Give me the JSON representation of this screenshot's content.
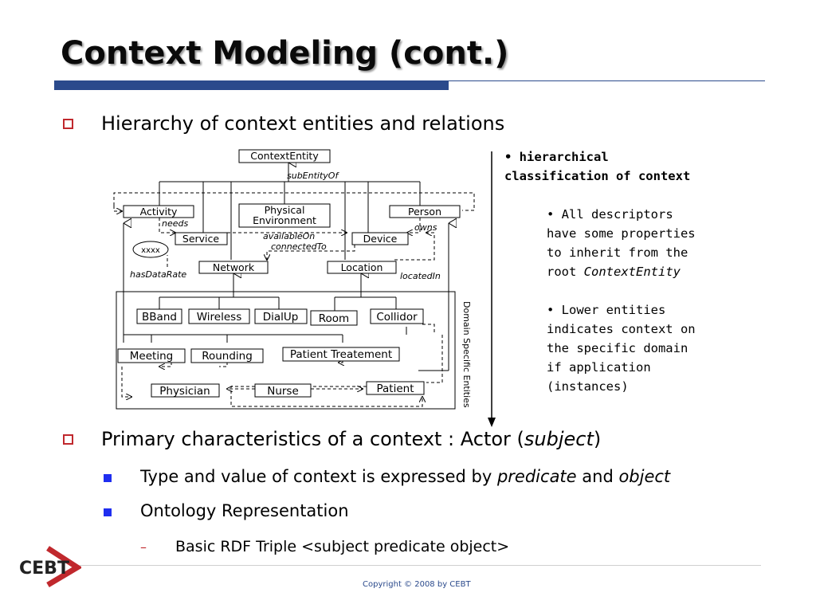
{
  "slide": {
    "title": "Context Modeling (cont.)",
    "bullet1": "Hierarchy of context entities and relations",
    "bullet2_prefix": "Primary characteristics of a context : Actor (",
    "bullet2_italic": "subject",
    "bullet2_suffix": ")",
    "sub1_prefix": "Type and value of context is expressed by ",
    "sub1_predicate": "predicate",
    "sub1_and": " and ",
    "sub1_object": "object",
    "sub2": "Ontology Representation",
    "subsub1": "Basic RDF Triple <subject predicate object>",
    "copyright": "Copyright © 2008 by CEBT",
    "logo_text": "CEBT"
  },
  "side_notes": {
    "heading_line1": "hierarchical",
    "heading_line2": "classification of context",
    "note1_line1": "All descriptors",
    "note1_line2": "have some properties",
    "note1_line3": "to inherit from the",
    "note1_line4_prefix": "root ",
    "note1_line4_italic": "ContextEntity",
    "note2_line1": "Lower entities",
    "note2_line2": "indicates context on",
    "note2_line3": "the specific domain",
    "note2_line4": "if application",
    "note2_line5": "(instances)"
  },
  "diagram": {
    "nodes": {
      "context_entity": "ContextEntity",
      "activity": "Activity",
      "physical_env_1": "Physical",
      "physical_env_2": "Environment",
      "person": "Person",
      "service": "Service",
      "device": "Device",
      "xxxx": "xxxx",
      "network": "Network",
      "location": "Location",
      "bband": "BBand",
      "wireless": "Wireless",
      "dialup": "DialUp",
      "room": "Room",
      "collidor": "Collidor",
      "meeting": "Meeting",
      "rounding": "Rounding",
      "patient_treatement": "Patient Treatement",
      "physician": "Physician",
      "nurse": "Nurse",
      "patient": "Patient"
    },
    "relations": {
      "sub_entity_of": "subEntityOf",
      "needs": "needs",
      "owns": "owns",
      "available_on": "availableOn",
      "connected_to": "connectedTo",
      "has_data_rate": "hasDataRate",
      "located_in": "locatedIn"
    },
    "domain_label": "Domain Specific Entities"
  }
}
